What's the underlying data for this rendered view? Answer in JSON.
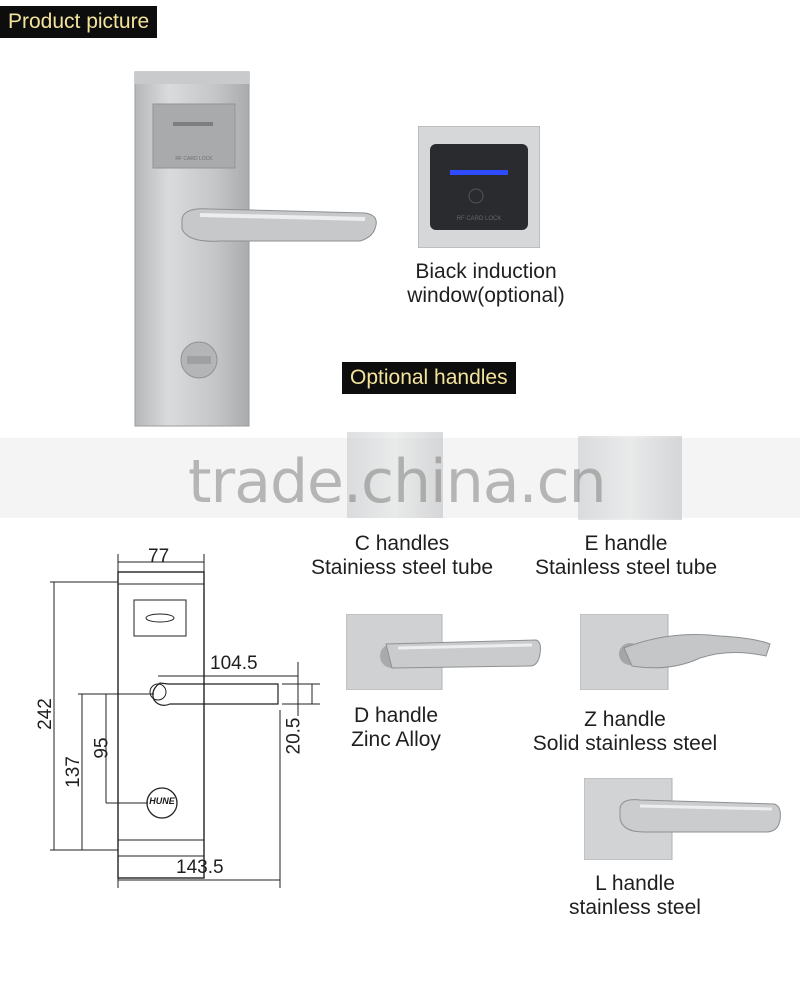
{
  "headers": {
    "product_picture": "Product picture",
    "optional_handles": "Optional handles"
  },
  "induction_window": {
    "line1": "Biack induction",
    "line2": "window(optional)"
  },
  "watermark": "trade.china.cn",
  "handles": [
    {
      "line1": "C handles",
      "line2": "Stainiess steel tube"
    },
    {
      "line1": "E handle",
      "line2": "Stainless steel tube"
    },
    {
      "line1": "D handle",
      "line2": "Zinc Alloy"
    },
    {
      "line1": "Z handle",
      "line2": "Solid stainless steel"
    },
    {
      "line1": "L handle",
      "line2": "stainless steel"
    }
  ],
  "dimensions": {
    "width_top": "77",
    "handle_length": "104.5",
    "height_total": "242",
    "height_lower": "137",
    "handle_height": "95",
    "handle_offset": "20.5",
    "total_width": "143.5"
  },
  "drawing_logo": "HUNE"
}
